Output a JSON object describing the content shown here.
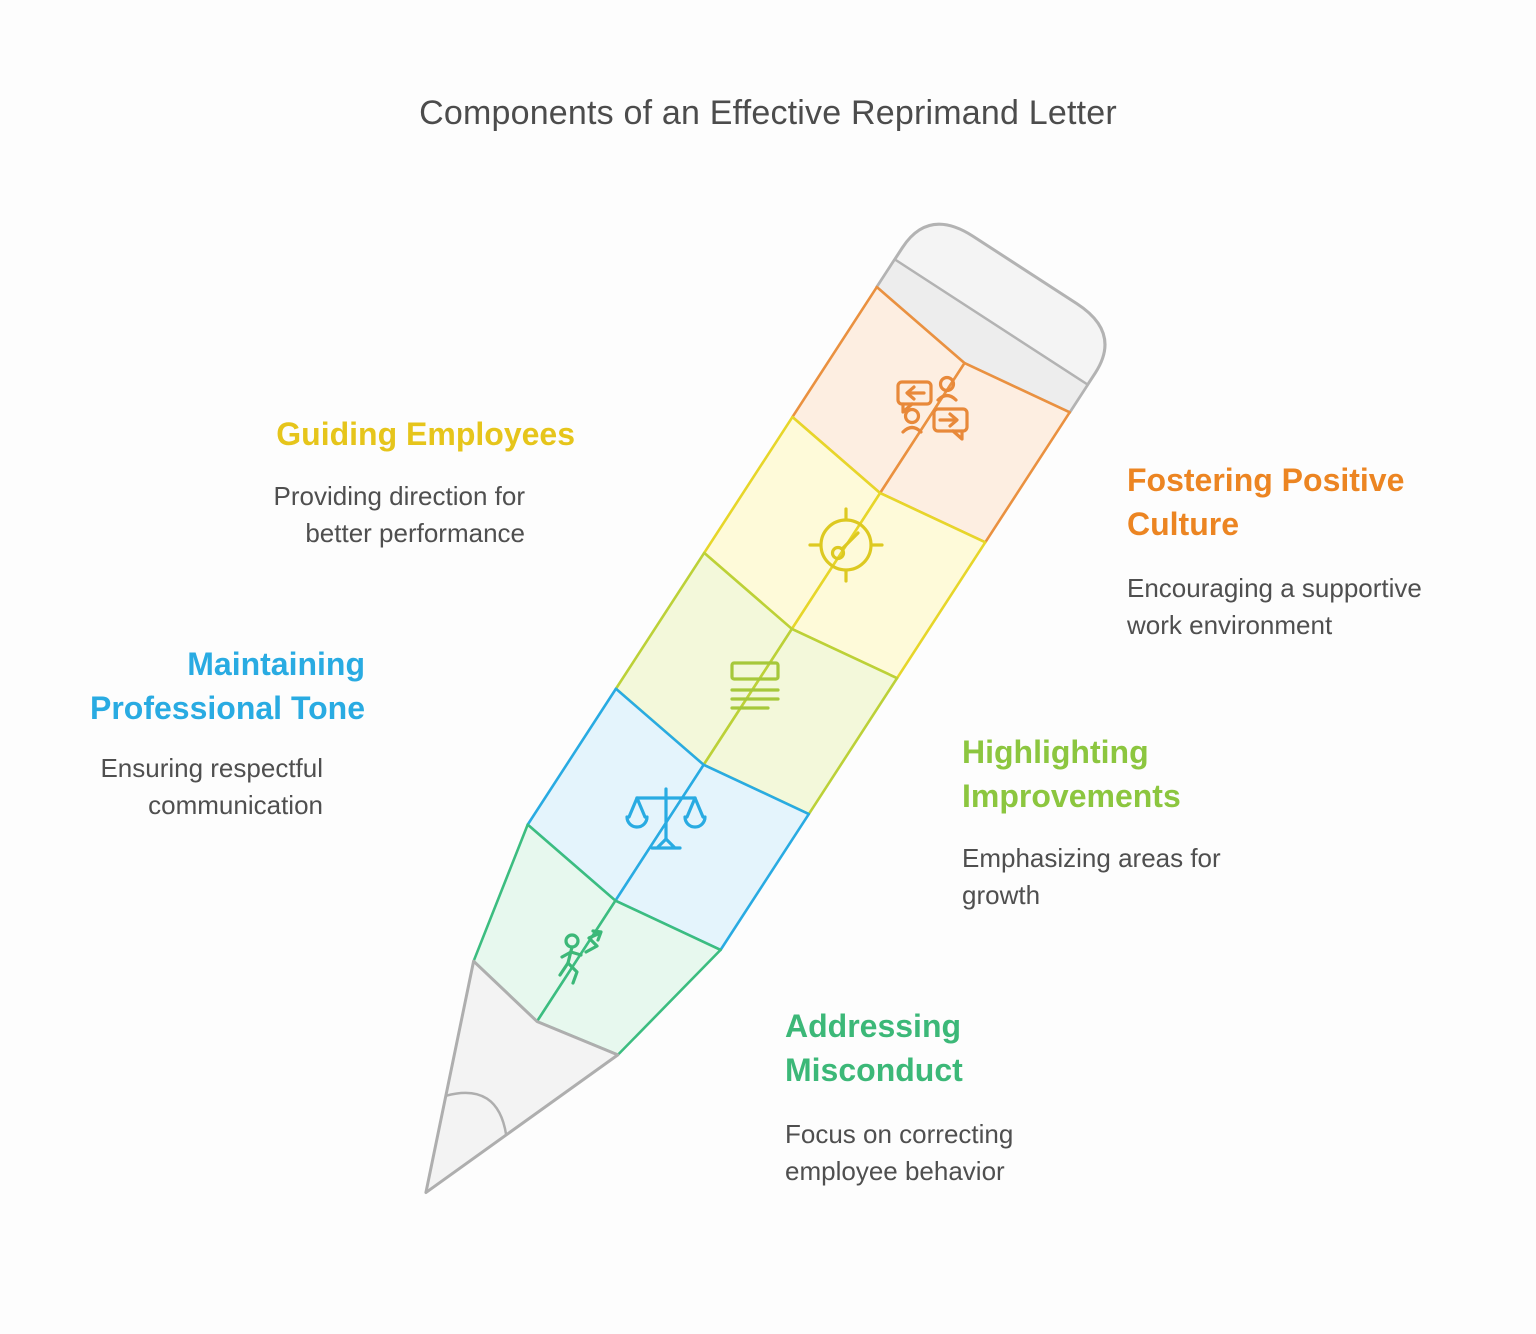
{
  "title": "Components of an Effective Reprimand Letter",
  "labels": {
    "guiding": {
      "heading": "Guiding Employees",
      "description": "Providing direction for\nbetter performance",
      "color": "#e6c51b"
    },
    "fostering": {
      "heading": "Fostering Positive\nCulture",
      "description": "Encouraging a supportive\nwork environment",
      "color": "#ec8522"
    },
    "maintaining": {
      "heading": "Maintaining\nProfessional Tone",
      "description": "Ensuring respectful\ncommunication",
      "color": "#29abe2"
    },
    "highlighting": {
      "heading": "Highlighting\nImprovements",
      "description": "Emphasizing areas for\ngrowth",
      "color": "#8cc63f"
    },
    "addressing": {
      "heading": "Addressing\nMisconduct",
      "description": "Focus on correcting\nemployee behavior",
      "color": "#3cb878"
    }
  },
  "pencil": {
    "eraser_fill": "#f4f4f4",
    "eraser_stroke": "#b3b3b3",
    "band_fill": "#ededed",
    "tip_fill": "#f3f3f3",
    "tip_stroke": "#aeaeae",
    "segments": [
      {
        "label": "Fostering Positive Culture",
        "icon": "conversation-icon",
        "fill": "#fdeee1",
        "stroke": "#ea9140",
        "icon_color": "#e8893a"
      },
      {
        "label": "Guiding Employees",
        "icon": "target-icon",
        "fill": "#fefad9",
        "stroke": "#e7d62a",
        "icon_color": "#ddc921"
      },
      {
        "label": "Highlighting Improvements",
        "icon": "document-lines-icon",
        "fill": "#f3f8da",
        "stroke": "#bcd138",
        "icon_color": "#a6c83b"
      },
      {
        "label": "Maintaining Professional Tone",
        "icon": "balance-scale-icon",
        "fill": "#e4f4fc",
        "stroke": "#29abe2",
        "icon_color": "#29abe2"
      },
      {
        "label": "Addressing Misconduct",
        "icon": "person-correction-icon",
        "fill": "#e7f8ee",
        "stroke": "#3cbd80",
        "icon_color": "#3cb878"
      }
    ]
  }
}
